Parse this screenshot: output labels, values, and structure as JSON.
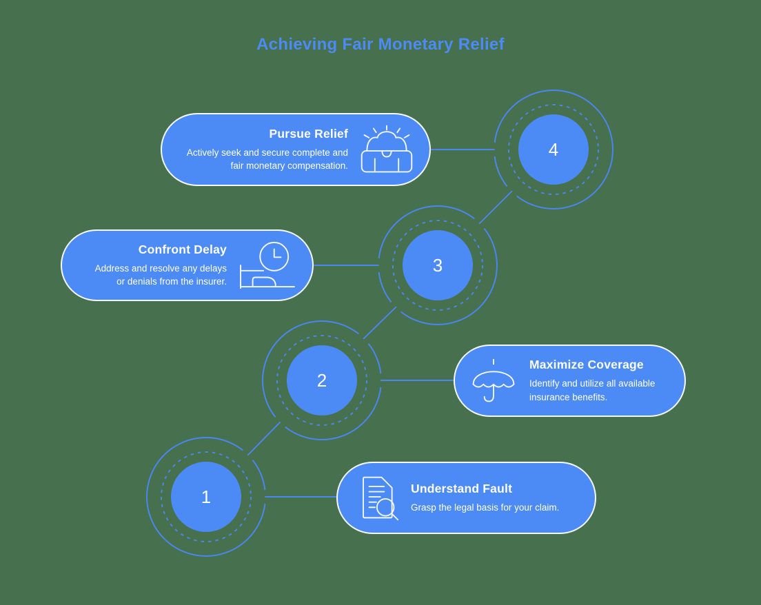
{
  "title": "Achieving Fair Monetary Relief",
  "colors": {
    "background": "#47704e",
    "card_fill": "#4c8bf5",
    "stroke_blue": "#4b86ef",
    "title_text": "#4c8bf3",
    "card_text": "#ffffff"
  },
  "steps": [
    {
      "number": "1",
      "title": "Understand Fault",
      "description": "Grasp the legal basis for your claim.",
      "icon": "document-search-icon"
    },
    {
      "number": "2",
      "title": "Maximize Coverage",
      "description": "Identify and utilize all available insurance benefits.",
      "icon": "umbrella-icon"
    },
    {
      "number": "3",
      "title": "Confront Delay",
      "description": "Address and resolve any delays or denials from the insurer.",
      "icon": "clock-bed-icon"
    },
    {
      "number": "4",
      "title": "Pursue Relief",
      "description": "Actively seek and secure complete and fair monetary compensation.",
      "icon": "treasure-chest-icon"
    }
  ]
}
